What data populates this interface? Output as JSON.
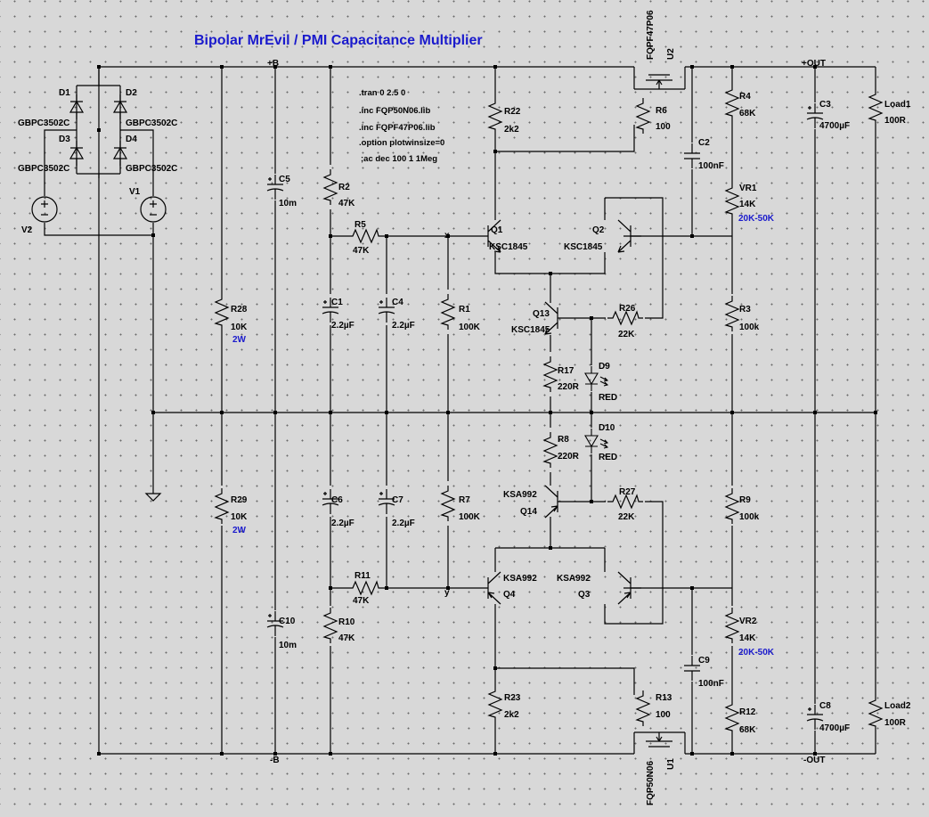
{
  "title": "Bipolar MrEvil / PMI Capacitance Multiplier",
  "directives": [
    ".tran 0 2.5 0",
    ".inc FQP50N06.lib",
    ".inc FQPF47P06.lib",
    ".option plotwinsize=0",
    ";ac dec 100 1 1Meg"
  ],
  "nets": {
    "pos_b": "+B",
    "neg_b": "-B",
    "pos_out": "+OUT",
    "neg_out": "-OUT",
    "x": "x",
    "y": "y"
  },
  "components": {
    "D1": {
      "name": "D1",
      "value": "GBPC3502C"
    },
    "D2": {
      "name": "D2",
      "value": "GBPC3502C"
    },
    "D3": {
      "name": "D3",
      "value": "GBPC3502C"
    },
    "D4": {
      "name": "D4",
      "value": "GBPC3502C"
    },
    "V1": {
      "name": "V1"
    },
    "V2": {
      "name": "V2"
    },
    "R28": {
      "name": "R28",
      "value": "10K",
      "extra": "2W"
    },
    "R29": {
      "name": "R29",
      "value": "10K",
      "extra": "2W"
    },
    "C5": {
      "name": "C5",
      "value": "10m"
    },
    "C10": {
      "name": "C10",
      "value": "10m"
    },
    "R2": {
      "name": "R2",
      "value": "47K"
    },
    "R10": {
      "name": "R10",
      "value": "47K"
    },
    "R5": {
      "name": "R5",
      "value": "47K"
    },
    "R11": {
      "name": "R11",
      "value": "47K"
    },
    "C1": {
      "name": "C1",
      "value": "2.2µF"
    },
    "C4": {
      "name": "C4",
      "value": "2.2µF"
    },
    "C6": {
      "name": "C6",
      "value": "2.2µF"
    },
    "C7": {
      "name": "C7",
      "value": "2.2µF"
    },
    "R1": {
      "name": "R1",
      "value": "100K"
    },
    "R7": {
      "name": "R7",
      "value": "100K"
    },
    "R22": {
      "name": "R22",
      "value": "2k2"
    },
    "R23": {
      "name": "R23",
      "value": "2k2"
    },
    "R6": {
      "name": "R6",
      "value": "100"
    },
    "R13": {
      "name": "R13",
      "value": "100"
    },
    "U2": {
      "name": "U2",
      "value": "FQPF47P06"
    },
    "U1": {
      "name": "U1",
      "value": "FQP50N06"
    },
    "C2": {
      "name": "C2",
      "value": "100nF"
    },
    "C9": {
      "name": "C9",
      "value": "100nF"
    },
    "Q1": {
      "name": "Q1",
      "value": "KSC1845"
    },
    "Q2": {
      "name": "Q2",
      "value": "KSC1845"
    },
    "Q13": {
      "name": "Q13",
      "value": "KSC1845"
    },
    "Q3": {
      "name": "Q3",
      "value": "KSA992"
    },
    "Q4": {
      "name": "Q4",
      "value": "KSA992"
    },
    "Q14": {
      "name": "Q14",
      "value": "KSA992"
    },
    "R26": {
      "name": "R26",
      "value": "22K"
    },
    "R27": {
      "name": "R27",
      "value": "22K"
    },
    "R17": {
      "name": "R17",
      "value": "220R"
    },
    "R8": {
      "name": "R8",
      "value": "220R"
    },
    "D9": {
      "name": "D9",
      "value": "RED"
    },
    "D10": {
      "name": "D10",
      "value": "RED"
    },
    "R4": {
      "name": "R4",
      "value": "68K"
    },
    "R12": {
      "name": "R12",
      "value": "68K"
    },
    "VR1": {
      "name": "VR1",
      "value": "14K",
      "extra": "20K-50K"
    },
    "VR2": {
      "name": "VR2",
      "value": "14K",
      "extra": "20K-50K"
    },
    "R3": {
      "name": "R3",
      "value": "100k"
    },
    "R9": {
      "name": "R9",
      "value": "100k"
    },
    "C3": {
      "name": "C3",
      "value": "4700µF"
    },
    "C8": {
      "name": "C8",
      "value": "4700µF"
    },
    "Load1": {
      "name": "Load1",
      "value": "100R"
    },
    "Load2": {
      "name": "Load2",
      "value": "100R"
    }
  },
  "colors": {
    "background": "#d8d8d8",
    "wire": "#000000",
    "title": "#1a1acc",
    "annotation": "#1a1acc",
    "grid_dot": "#6a6a6a"
  }
}
